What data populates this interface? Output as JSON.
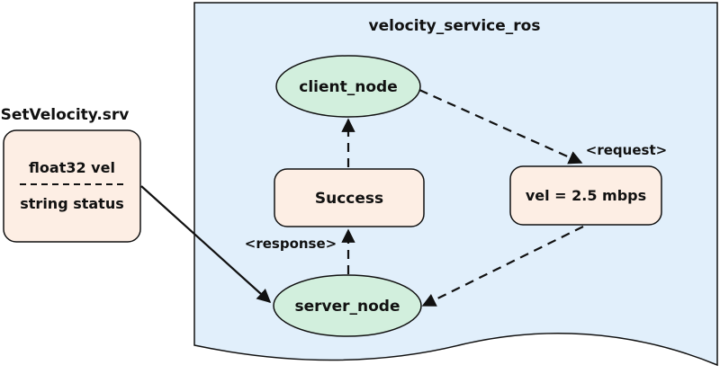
{
  "package": {
    "name": "velocity_service_ros"
  },
  "srv_file": {
    "name": "SetVelocity.srv",
    "request_field": "float32 vel",
    "response_field": "string status"
  },
  "nodes": {
    "client": "client_node",
    "server": "server_node"
  },
  "boxes": {
    "response_value": "Success",
    "request_value": "vel = 2.5 mbps"
  },
  "edge_labels": {
    "request": "<request>",
    "response": "<response>"
  },
  "colors": {
    "package_fill": "#e1effb",
    "node_fill": "#d2efdd",
    "box_fill": "#fdeee4",
    "stroke": "#111111"
  }
}
